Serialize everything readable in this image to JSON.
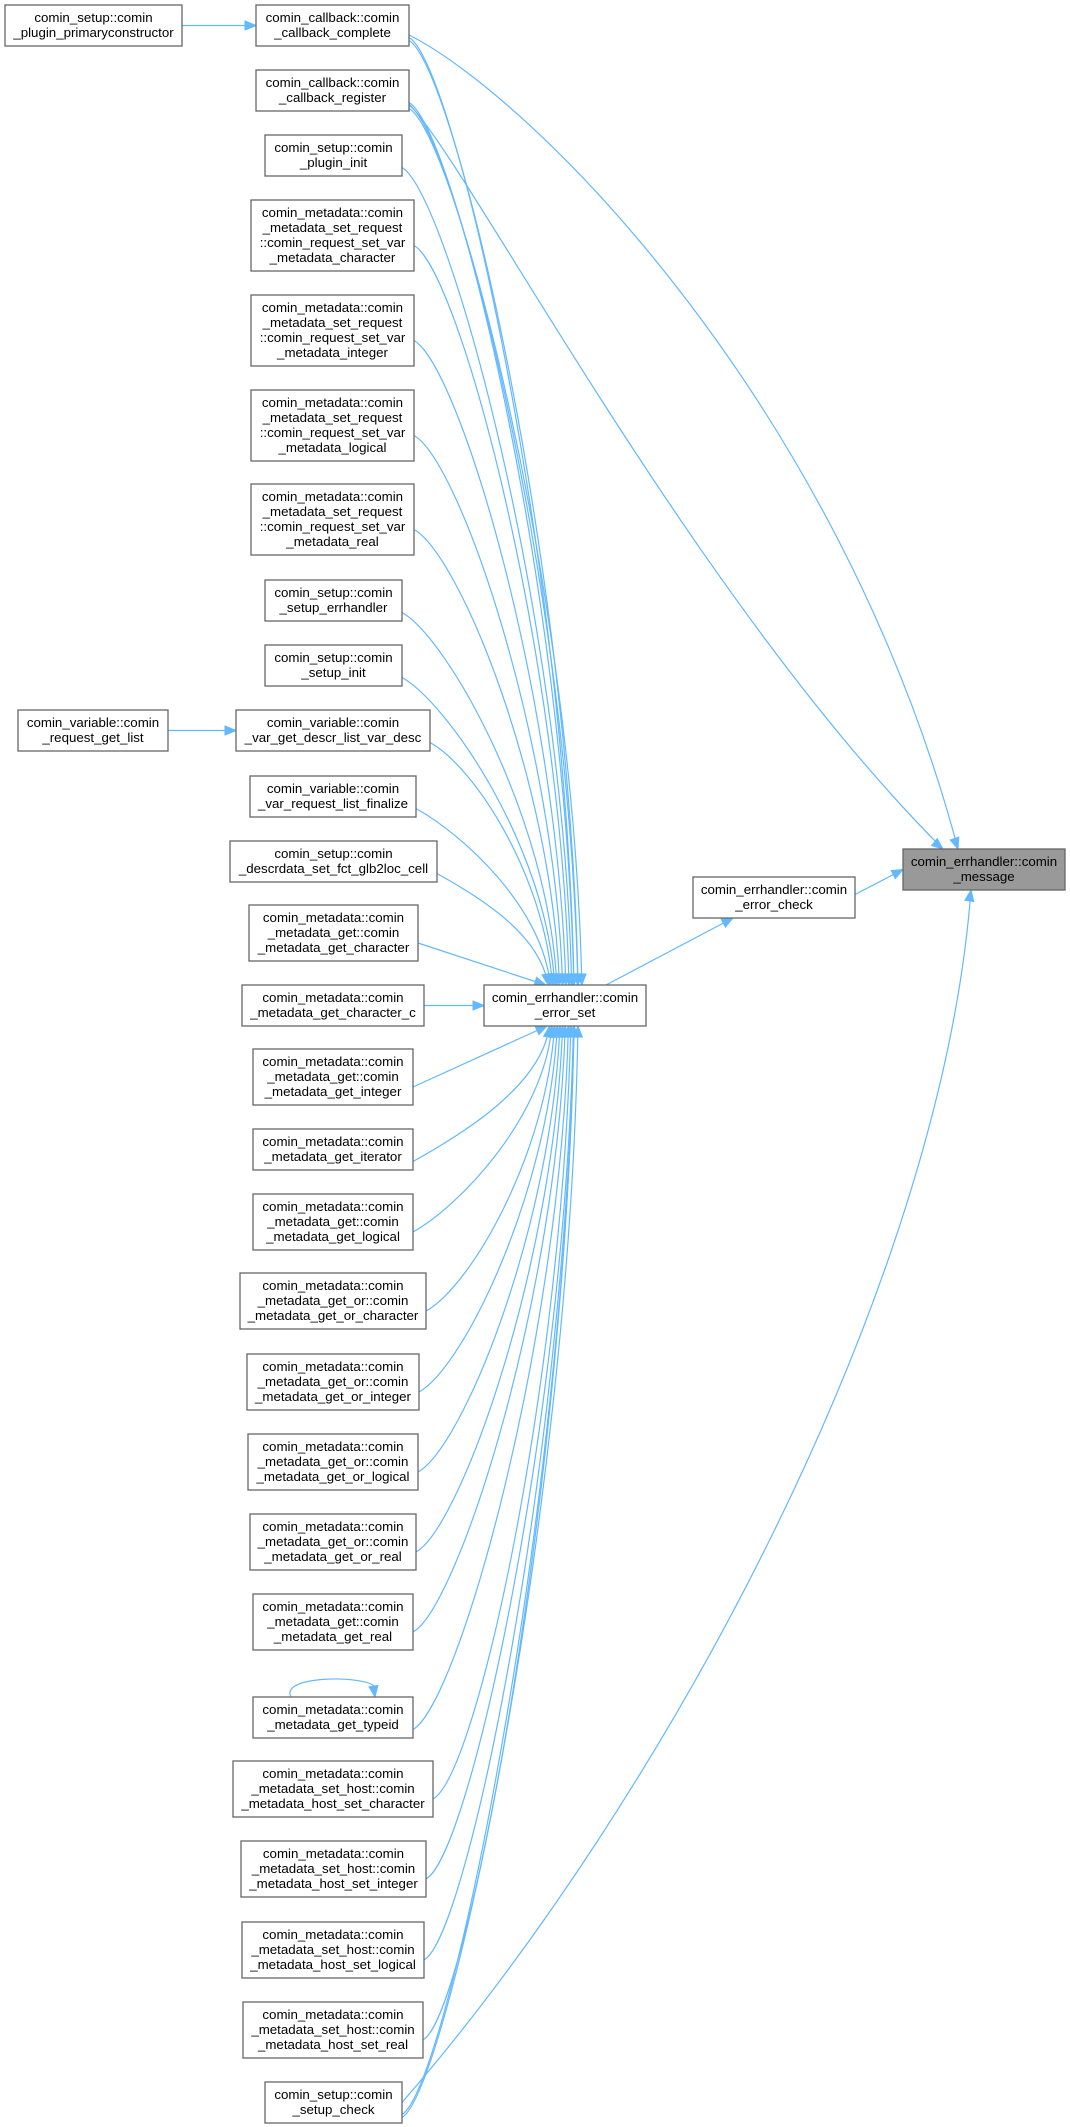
{
  "diagram": {
    "type": "call-graph",
    "focus_node": "message",
    "edge_color": "#63b8ff",
    "focus_fill": "#999999",
    "nodes": [
      {
        "id": "primaryconstructor",
        "lines": [
          "comin_setup::comin",
          "_plugin_primaryconstructor"
        ]
      },
      {
        "id": "callback_complete",
        "lines": [
          "comin_callback::comin",
          "_callback_complete"
        ]
      },
      {
        "id": "callback_register",
        "lines": [
          "comin_callback::comin",
          "_callback_register"
        ]
      },
      {
        "id": "plugin_init",
        "lines": [
          "comin_setup::comin",
          "_plugin_init"
        ]
      },
      {
        "id": "req_set_var_character",
        "lines": [
          "comin_metadata::comin",
          "_metadata_set_request",
          "::comin_request_set_var",
          "_metadata_character"
        ]
      },
      {
        "id": "req_set_var_integer",
        "lines": [
          "comin_metadata::comin",
          "_metadata_set_request",
          "::comin_request_set_var",
          "_metadata_integer"
        ]
      },
      {
        "id": "req_set_var_logical",
        "lines": [
          "comin_metadata::comin",
          "_metadata_set_request",
          "::comin_request_set_var",
          "_metadata_logical"
        ]
      },
      {
        "id": "req_set_var_real",
        "lines": [
          "comin_metadata::comin",
          "_metadata_set_request",
          "::comin_request_set_var",
          "_metadata_real"
        ]
      },
      {
        "id": "setup_errhandler",
        "lines": [
          "comin_setup::comin",
          "_setup_errhandler"
        ]
      },
      {
        "id": "setup_init",
        "lines": [
          "comin_setup::comin",
          "_setup_init"
        ]
      },
      {
        "id": "request_get_list",
        "lines": [
          "comin_variable::comin",
          "_request_get_list"
        ]
      },
      {
        "id": "var_get_descr_list",
        "lines": [
          "comin_variable::comin",
          "_var_get_descr_list_var_desc"
        ]
      },
      {
        "id": "var_request_list_finalize",
        "lines": [
          "comin_variable::comin",
          "_var_request_list_finalize"
        ]
      },
      {
        "id": "descrdata_glb2loc",
        "lines": [
          "comin_setup::comin",
          "_descrdata_set_fct_glb2loc_cell"
        ]
      },
      {
        "id": "get_character",
        "lines": [
          "comin_metadata::comin",
          "_metadata_get::comin",
          "_metadata_get_character"
        ]
      },
      {
        "id": "get_character_c",
        "lines": [
          "comin_metadata::comin",
          "_metadata_get_character_c"
        ]
      },
      {
        "id": "get_integer",
        "lines": [
          "comin_metadata::comin",
          "_metadata_get::comin",
          "_metadata_get_integer"
        ]
      },
      {
        "id": "get_iterator",
        "lines": [
          "comin_metadata::comin",
          "_metadata_get_iterator"
        ]
      },
      {
        "id": "get_logical",
        "lines": [
          "comin_metadata::comin",
          "_metadata_get::comin",
          "_metadata_get_logical"
        ]
      },
      {
        "id": "get_or_character",
        "lines": [
          "comin_metadata::comin",
          "_metadata_get_or::comin",
          "_metadata_get_or_character"
        ]
      },
      {
        "id": "get_or_integer",
        "lines": [
          "comin_metadata::comin",
          "_metadata_get_or::comin",
          "_metadata_get_or_integer"
        ]
      },
      {
        "id": "get_or_logical",
        "lines": [
          "comin_metadata::comin",
          "_metadata_get_or::comin",
          "_metadata_get_or_logical"
        ]
      },
      {
        "id": "get_or_real",
        "lines": [
          "comin_metadata::comin",
          "_metadata_get_or::comin",
          "_metadata_get_or_real"
        ]
      },
      {
        "id": "get_real",
        "lines": [
          "comin_metadata::comin",
          "_metadata_get::comin",
          "_metadata_get_real"
        ]
      },
      {
        "id": "get_typeid",
        "lines": [
          "comin_metadata::comin",
          "_metadata_get_typeid"
        ]
      },
      {
        "id": "host_set_character",
        "lines": [
          "comin_metadata::comin",
          "_metadata_set_host::comin",
          "_metadata_host_set_character"
        ]
      },
      {
        "id": "host_set_integer",
        "lines": [
          "comin_metadata::comin",
          "_metadata_set_host::comin",
          "_metadata_host_set_integer"
        ]
      },
      {
        "id": "host_set_logical",
        "lines": [
          "comin_metadata::comin",
          "_metadata_set_host::comin",
          "_metadata_host_set_logical"
        ]
      },
      {
        "id": "host_set_real",
        "lines": [
          "comin_metadata::comin",
          "_metadata_set_host::comin",
          "_metadata_host_set_real"
        ]
      },
      {
        "id": "setup_check",
        "lines": [
          "comin_setup::comin",
          "_setup_check"
        ]
      },
      {
        "id": "error_set",
        "lines": [
          "comin_errhandler::comin",
          "_error_set"
        ]
      },
      {
        "id": "error_check",
        "lines": [
          "comin_errhandler::comin",
          "_error_check"
        ]
      },
      {
        "id": "message",
        "lines": [
          "comin_errhandler::comin",
          "_message"
        ]
      }
    ],
    "edges": [
      {
        "from": "primaryconstructor",
        "to": "callback_complete"
      },
      {
        "from": "request_get_list",
        "to": "var_get_descr_list"
      },
      {
        "from": "callback_complete",
        "to": "message"
      },
      {
        "from": "callback_register",
        "to": "message"
      },
      {
        "from": "setup_check",
        "to": "message"
      },
      {
        "from": "error_check",
        "to": "message"
      },
      {
        "from": "error_set",
        "to": "error_check"
      },
      {
        "from": "callback_complete",
        "to": "error_set"
      },
      {
        "from": "callback_complete",
        "to": "error_set"
      },
      {
        "from": "callback_register",
        "to": "error_set"
      },
      {
        "from": "callback_register",
        "to": "error_set"
      },
      {
        "from": "callback_register",
        "to": "error_set"
      },
      {
        "from": "plugin_init",
        "to": "error_set"
      },
      {
        "from": "req_set_var_character",
        "to": "error_set"
      },
      {
        "from": "req_set_var_integer",
        "to": "error_set"
      },
      {
        "from": "req_set_var_logical",
        "to": "error_set"
      },
      {
        "from": "req_set_var_real",
        "to": "error_set"
      },
      {
        "from": "setup_errhandler",
        "to": "error_set"
      },
      {
        "from": "setup_init",
        "to": "error_set"
      },
      {
        "from": "var_get_descr_list",
        "to": "error_set"
      },
      {
        "from": "var_request_list_finalize",
        "to": "error_set"
      },
      {
        "from": "descrdata_glb2loc",
        "to": "error_set"
      },
      {
        "from": "get_character",
        "to": "error_set"
      },
      {
        "from": "get_character_c",
        "to": "error_set"
      },
      {
        "from": "get_integer",
        "to": "error_set"
      },
      {
        "from": "get_iterator",
        "to": "error_set"
      },
      {
        "from": "get_logical",
        "to": "error_set"
      },
      {
        "from": "get_or_character",
        "to": "error_set"
      },
      {
        "from": "get_or_integer",
        "to": "error_set"
      },
      {
        "from": "get_or_logical",
        "to": "error_set"
      },
      {
        "from": "get_or_real",
        "to": "error_set"
      },
      {
        "from": "get_real",
        "to": "error_set"
      },
      {
        "from": "get_typeid",
        "to": "get_typeid"
      },
      {
        "from": "get_typeid",
        "to": "error_set"
      },
      {
        "from": "host_set_character",
        "to": "error_set"
      },
      {
        "from": "host_set_integer",
        "to": "error_set"
      },
      {
        "from": "host_set_logical",
        "to": "error_set"
      },
      {
        "from": "host_set_real",
        "to": "error_set"
      },
      {
        "from": "setup_check",
        "to": "error_set"
      },
      {
        "from": "setup_check",
        "to": "error_set"
      }
    ]
  }
}
